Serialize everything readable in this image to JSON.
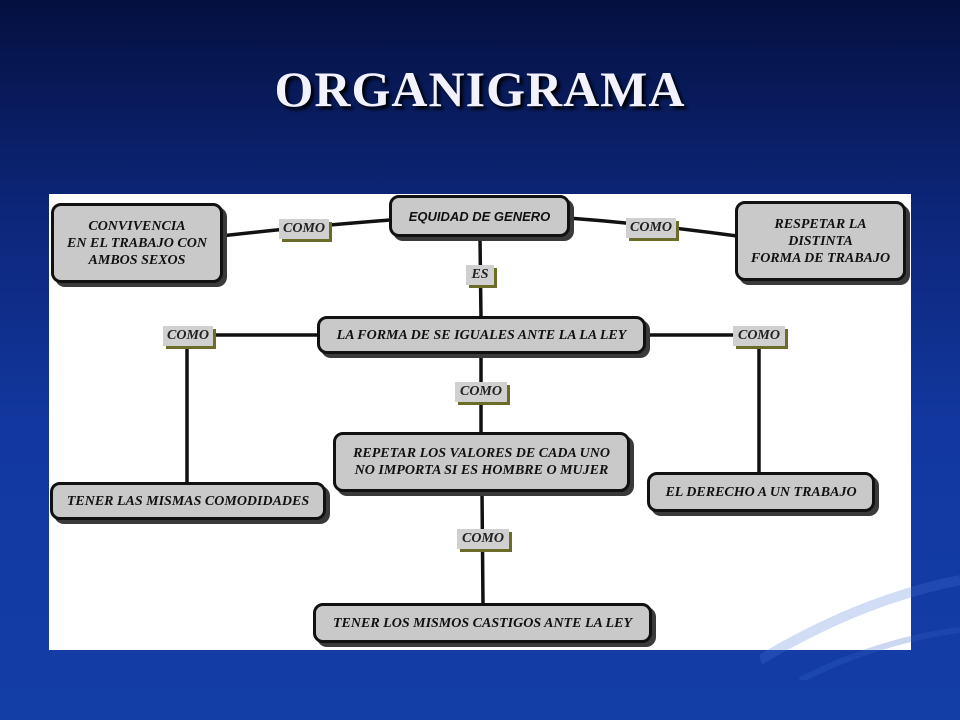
{
  "slide": {
    "title": "ORGANIGRAMA"
  },
  "diagram": {
    "nodes": {
      "equidad": "EQUIDAD DE GENERO",
      "convivencia": "CONVIVENCIA\nEN EL TRABAJO CON\nAMBOS SEXOS",
      "respetar": "RESPETAR LA\nDISTINTA\nFORMA DE TRABAJO",
      "forma": "LA FORMA DE SE IGUALES ANTE LA LA LEY",
      "repetar": "REPETAR LOS VALORES DE CADA UNO\nNO IMPORTA SI ES HOMBRE O MUJER",
      "comodidades": "TENER LAS MISMAS COMODIDADES",
      "derecho": "EL DERECHO A UN TRABAJO",
      "castigos": "TENER LOS MISMOS CASTIGOS ANTE LA LEY"
    },
    "links": {
      "como_left_top": "COMO",
      "como_right_top": "COMO",
      "es": "ES",
      "como_left_mid": "COMO",
      "como_right_mid": "COMO",
      "como_center_mid": "COMO",
      "como_center_low": "COMO"
    }
  }
}
